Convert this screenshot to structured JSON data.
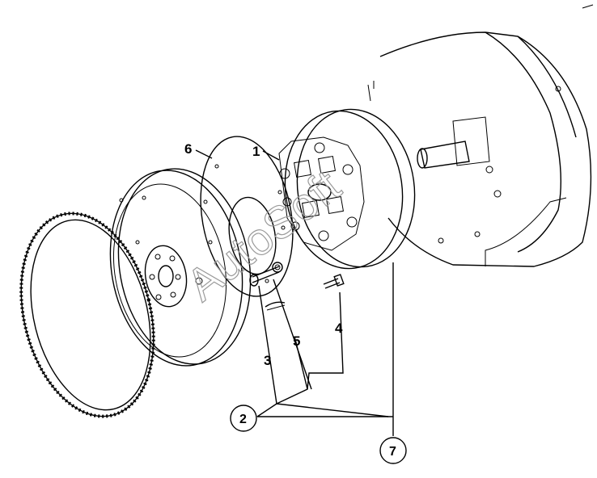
{
  "callouts": {
    "one": "1",
    "two": "2",
    "three": "3",
    "four": "4",
    "five": "5",
    "six": "6",
    "seven": "7"
  },
  "watermark": "AutoSoft",
  "parts": {
    "ring_gear": "ring-gear",
    "flywheel": "flywheel",
    "adapter_plate": "adapter-plate",
    "flex_coupling": "flex-coupling",
    "housing": "bell-housing"
  }
}
